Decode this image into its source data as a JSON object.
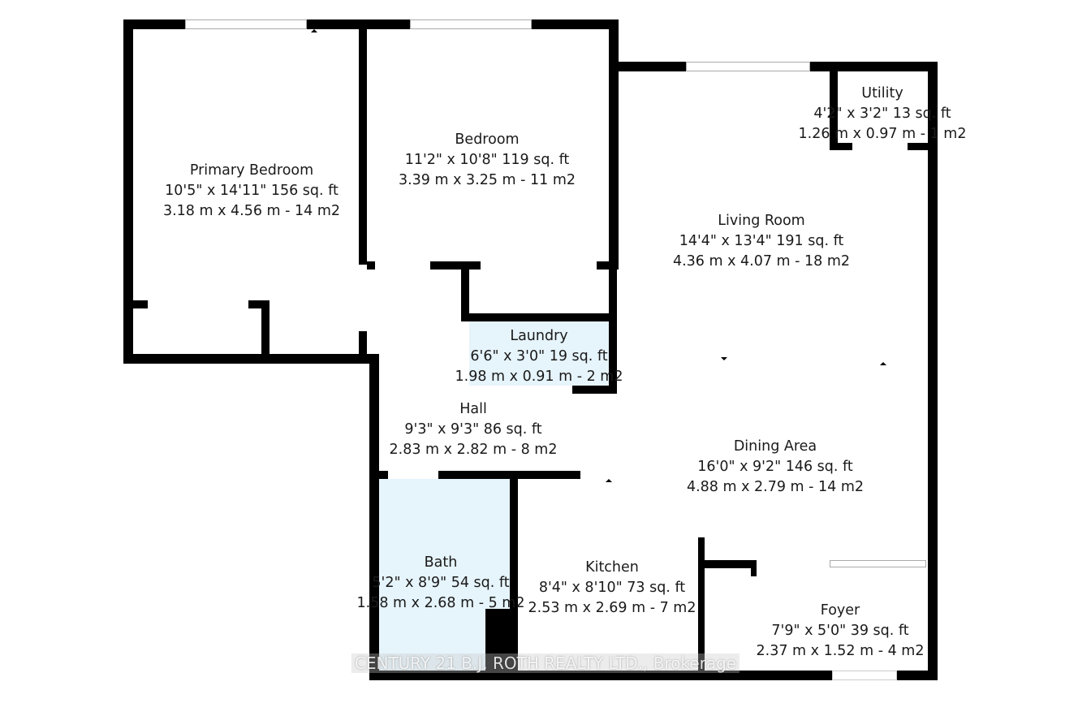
{
  "colors": {
    "wall": "#000000",
    "wet_room_fill": "#e6f4fb",
    "background": "#ffffff"
  },
  "rooms": [
    {
      "name": "Primary Bedroom",
      "imperial": "10'5\" x 14'11\" 156 sq. ft",
      "metric": "3.18 m x 4.56 m - 14 m2"
    },
    {
      "name": "Bedroom",
      "imperial": "11'2\" x 10'8\" 119 sq. ft",
      "metric": "3.39 m x 3.25 m - 11 m2"
    },
    {
      "name": "Utility",
      "imperial": "4'2\" x 3'2\" 13 sq. ft",
      "metric": "1.26 m x 0.97 m - 1 m2"
    },
    {
      "name": "Living Room",
      "imperial": "14'4\" x 13'4\" 191 sq. ft",
      "metric": "4.36 m x 4.07 m - 18 m2"
    },
    {
      "name": "Laundry",
      "imperial": "6'6\" x 3'0\" 19 sq. ft",
      "metric": "1.98 m x 0.91 m - 2 m2"
    },
    {
      "name": "Hall",
      "imperial": "9'3\" x 9'3\" 86 sq. ft",
      "metric": "2.83 m x 2.82 m - 8 m2"
    },
    {
      "name": "Dining Area",
      "imperial": "16'0\" x 9'2\" 146 sq. ft",
      "metric": "4.88 m x 2.79 m - 14 m2"
    },
    {
      "name": "Bath",
      "imperial": "5'2\" x 8'9\" 54 sq. ft",
      "metric": "1.58 m x 2.68 m - 5 m2"
    },
    {
      "name": "Kitchen",
      "imperial": "8'4\" x 8'10\" 73 sq. ft",
      "metric": "2.53 m x 2.69 m - 7 m2"
    },
    {
      "name": "Foyer",
      "imperial": "7'9\" x 5'0\" 39 sq. ft",
      "metric": "2.37 m x 1.52 m - 4 m2"
    }
  ],
  "watermark": "CENTURY 21 B.J. ROTH REALTY LTD., Brokerage"
}
